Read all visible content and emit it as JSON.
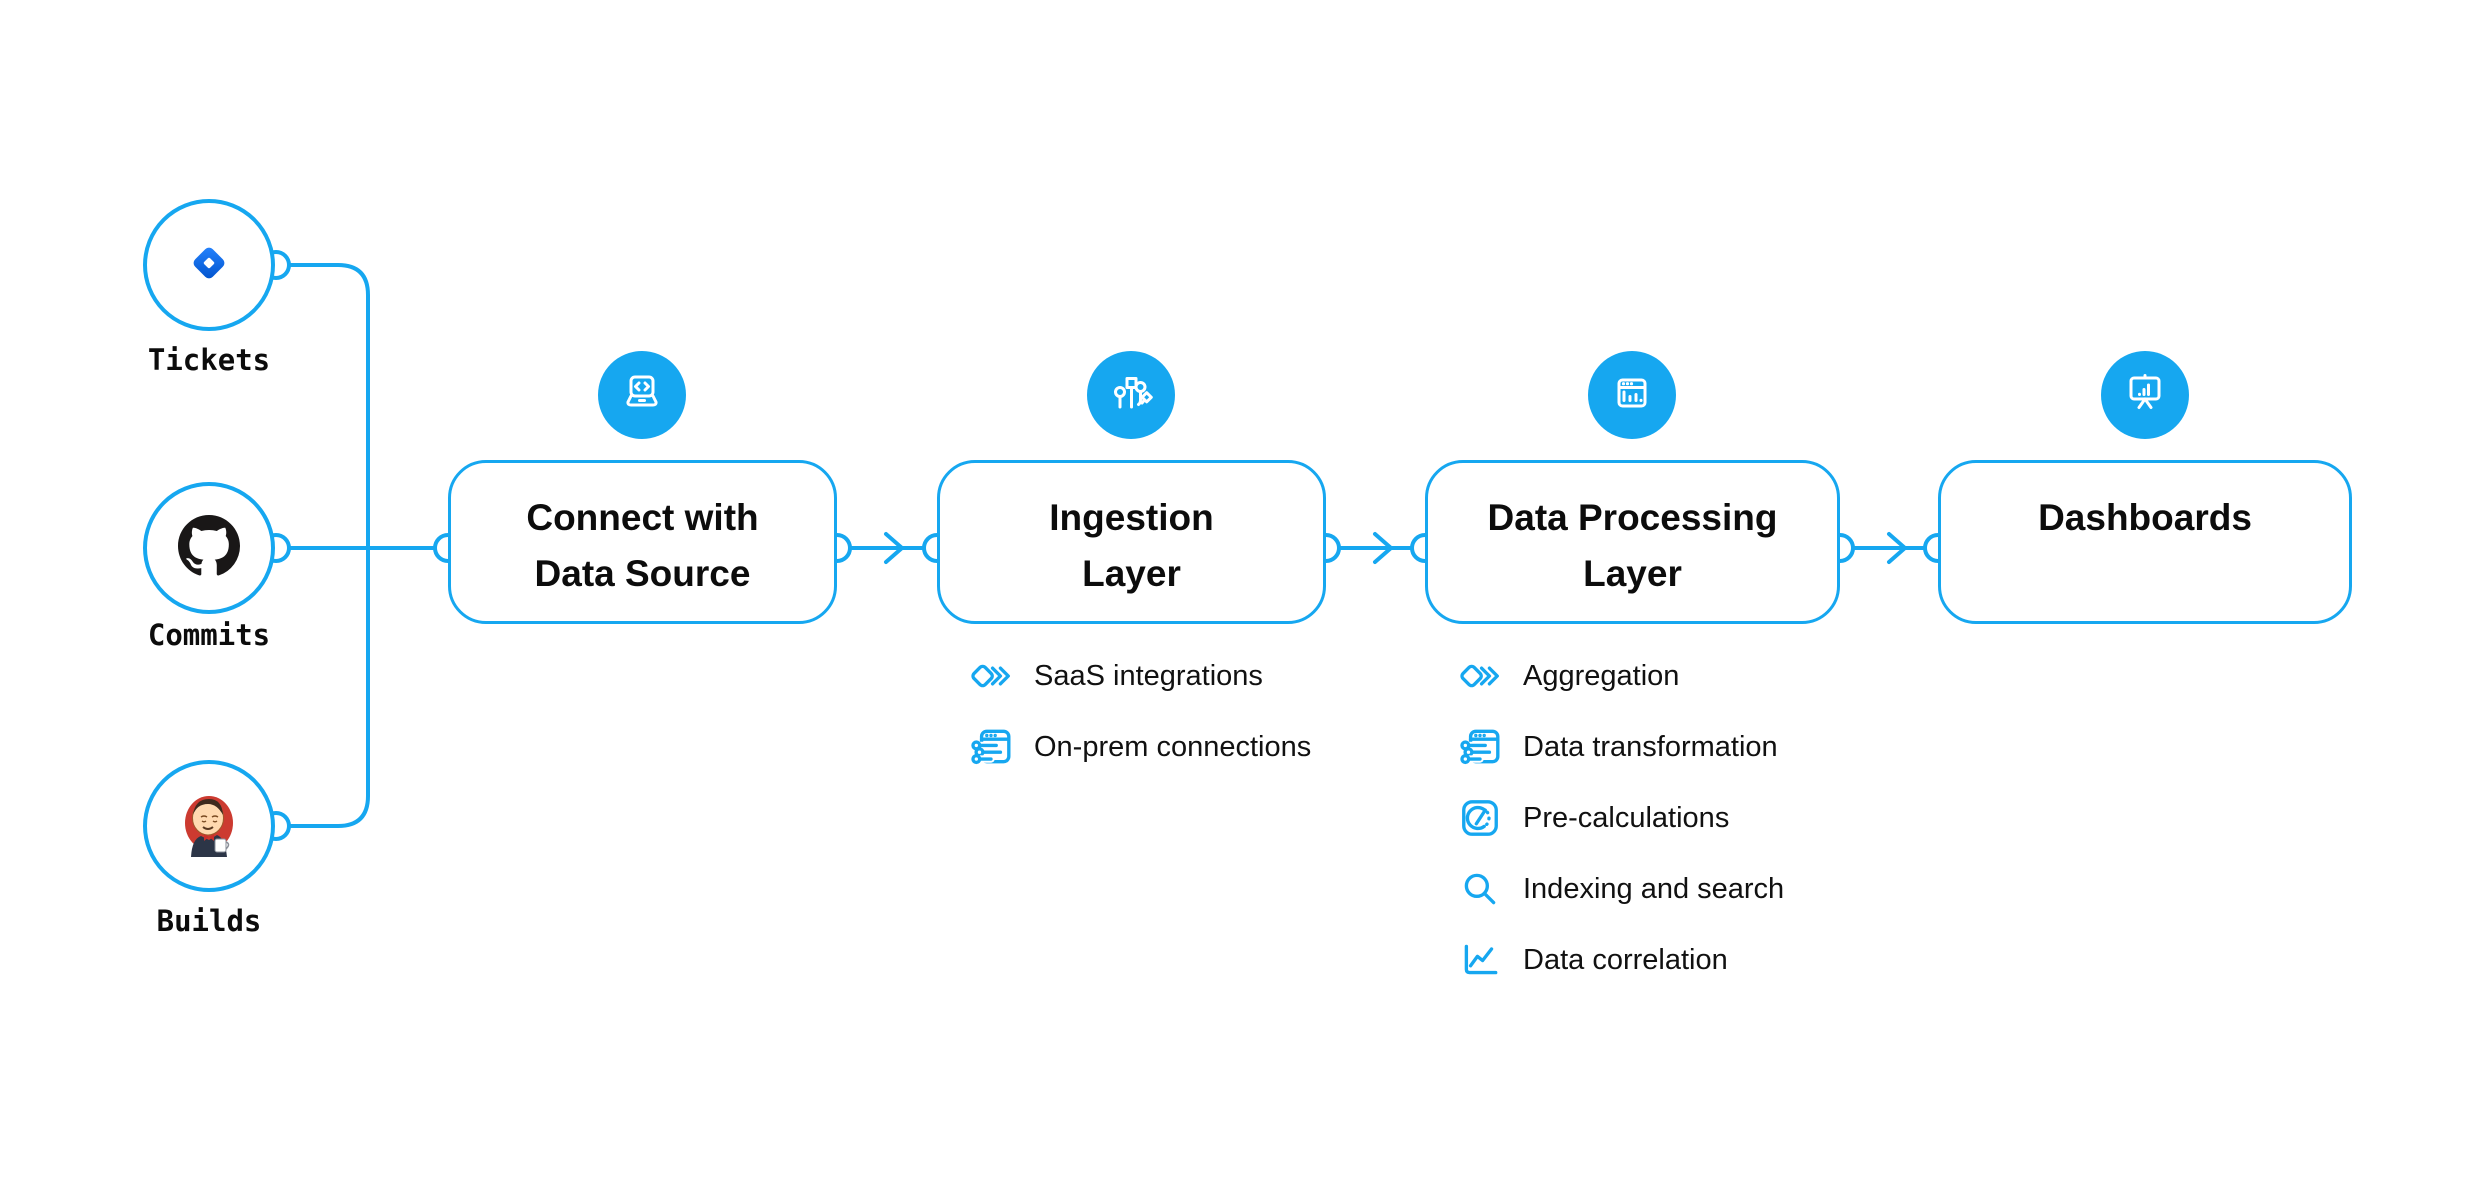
{
  "diagram": {
    "background": "#ffffff",
    "accent_color": "#16a7f0",
    "text_color": "#0c0c0c",
    "sources": [
      {
        "label": "Tickets",
        "icon": "jira-icon"
      },
      {
        "label": "Commits",
        "icon": "github-icon"
      },
      {
        "label": "Builds",
        "icon": "jenkins-icon"
      }
    ],
    "stages": [
      {
        "title": "Connect with Data Source",
        "icon": "laptop-code-icon",
        "items": []
      },
      {
        "title": "Ingestion Layer",
        "icon": "ingestion-circuit-icon",
        "items": [
          {
            "label": "SaaS integrations",
            "icon": "integrations-diamonds-icon"
          },
          {
            "label": "On-prem connections",
            "icon": "on-prem-window-icon"
          }
        ]
      },
      {
        "title": "Data Processing Layer",
        "icon": "window-bar-chart-icon",
        "items": [
          {
            "label": "Aggregation",
            "icon": "integrations-diamonds-icon"
          },
          {
            "label": "Data transformation",
            "icon": "on-prem-window-icon"
          },
          {
            "label": "Pre-calculations",
            "icon": "gauge-icon"
          },
          {
            "label": "Indexing and search",
            "icon": "search-icon"
          },
          {
            "label": "Data correlation",
            "icon": "line-chart-icon"
          }
        ]
      },
      {
        "title": "Dashboards",
        "icon": "presentation-chart-icon",
        "items": []
      }
    ]
  }
}
